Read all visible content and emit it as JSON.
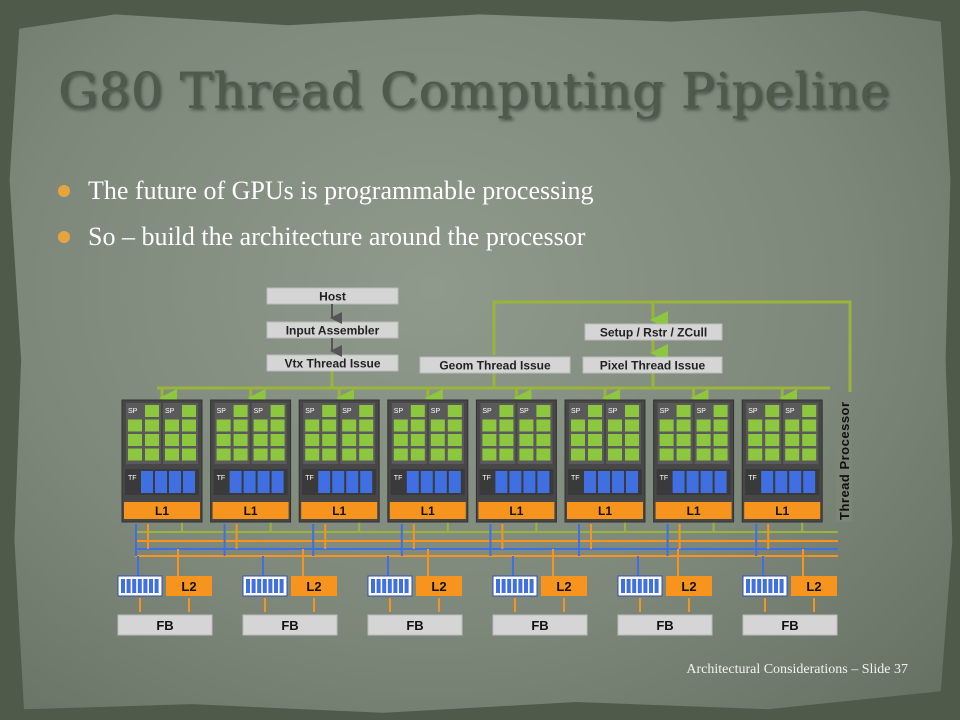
{
  "slide": {
    "title": "G80 Thread Computing Pipeline",
    "bullets": [
      "The future of GPUs is programmable processing",
      "So – build the architecture around the processor"
    ],
    "footer": "Architectural Considerations – Slide 37"
  },
  "diagram": {
    "host": "Host",
    "input_assembler": "Input Assembler",
    "vtx_thread_issue": "Vtx Thread Issue",
    "geom_thread_issue": "Geom Thread Issue",
    "setup_rstr_zcull": "Setup / Rstr / ZCull",
    "pixel_thread_issue": "Pixel Thread Issue",
    "thread_processor": "Thread Processor",
    "sp_label": "SP",
    "tf_label": "TF",
    "l1_label": "L1",
    "l2_label": "L2",
    "fb_label": "FB",
    "cluster_count": 8,
    "partition_count": 6,
    "colors": {
      "green": "#8dc63f",
      "orange": "#f7941d",
      "blue": "#3f6fe0",
      "dark_gray": "#474747",
      "box_gray": "#d5d5d5",
      "olive_line": "#9ab43a"
    }
  }
}
